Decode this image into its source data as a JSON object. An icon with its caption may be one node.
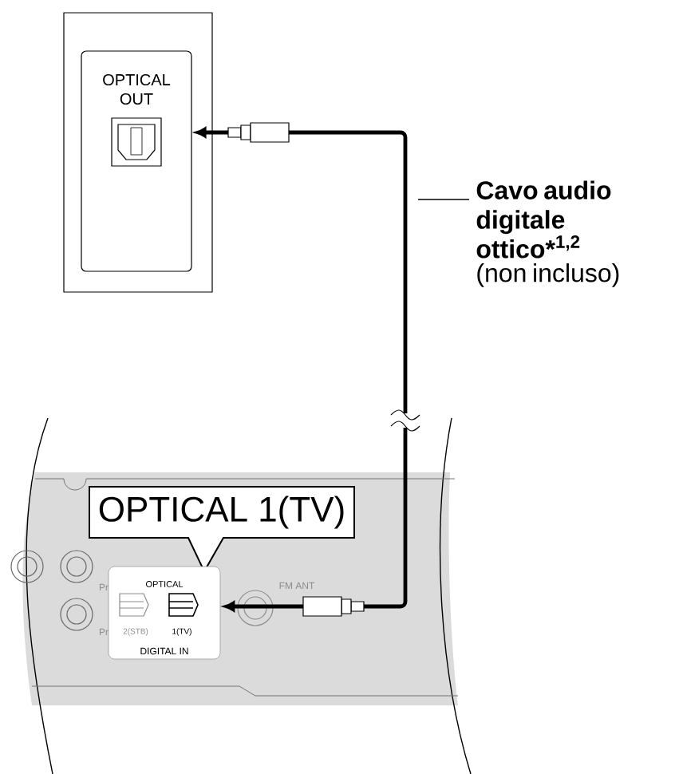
{
  "diagram": {
    "nodes": [
      {
        "text": [],
        "shape": "box"
      },
      {
        "text": [
          "OPTICAL OUT"
        ],
        "in": 0
      },
      {
        "text": [
          "OPTICAL 1(TV)"
        ]
      },
      {
        "text": [
          "Cavo audio digitale ottico*$^{1,2}$",
          "(non incluso)"
        ]
      },
      {
        "text": [
          "OPTICAL",
          "2(STB)",
          "1(TV)",
          "DIGITAL IN"
        ]
      }
    ],
    "edges": [
      {
        "from": 4,
        "to": 1,
        "arrow": "both",
        "style": "thick"
      },
      {
        "from": 3,
        "to": null,
        "arrow": "none"
      }
    ],
    "labels": [
      "FM ANT",
      "Pr",
      "Pr"
    ]
  }
}
